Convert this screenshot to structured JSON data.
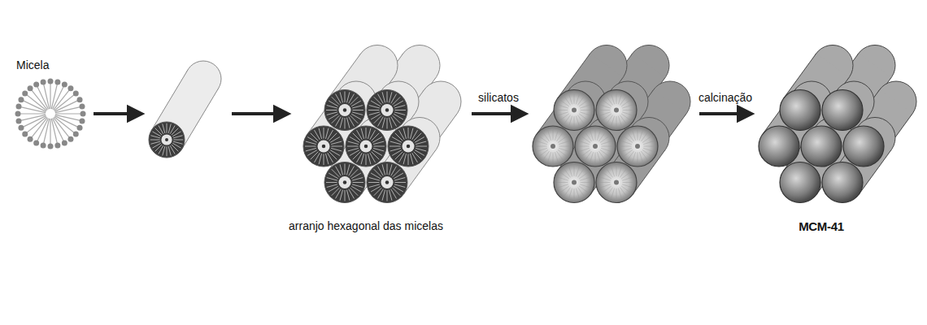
{
  "diagram": {
    "labels": [
      "Micela",
      "silicatos",
      "calcinação",
      "arranjo hexagonal das micelas",
      "MCM-41"
    ]
  }
}
